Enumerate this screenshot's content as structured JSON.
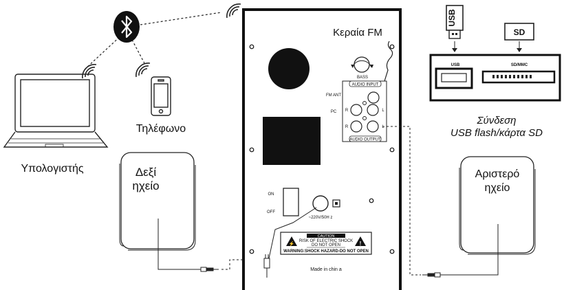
{
  "labels": {
    "fm_antenna": "Κεραία FM",
    "phone": "Τηλέφωνο",
    "computer": "Υπολογιστής",
    "right_speaker_line1": "Δεξί",
    "right_speaker_line2": "ηχείο",
    "left_speaker_line1": "Αριστερό",
    "left_speaker_line2": "ηχείο",
    "usb_sd_line1": "Σύνδεση",
    "usb_sd_line2": "USB flash/κάρτα SD"
  },
  "usb_sd": {
    "usb_stick": "USB",
    "sd_card": "SD",
    "usb_port": "USB",
    "sd_port": "SD/MMC"
  },
  "panel": {
    "bass": "BASS",
    "audio_input": "AUDIO INPUT",
    "audio_output": "AUDIO OUTPUT",
    "fm_ant": "FM ANT",
    "pc": "PC",
    "r_in": "R",
    "l_in": "L",
    "r_out": "R",
    "l_out": "L",
    "on": "ON",
    "off": "OFF",
    "power_rating": "~220V/50H z",
    "caution_title": "CAUTION",
    "caution_line1": "RISK OF ELECTRIC SHOCK",
    "caution_line2": "DO NOT OPEN",
    "caution_warning": "WARNING:SHOCK HAZARD-DO NOT OPEN",
    "made_in": "Made in chin a"
  },
  "icons": {
    "bluetooth": "bluetooth-icon",
    "laptop": "laptop-icon",
    "phone": "smartphone-icon"
  }
}
